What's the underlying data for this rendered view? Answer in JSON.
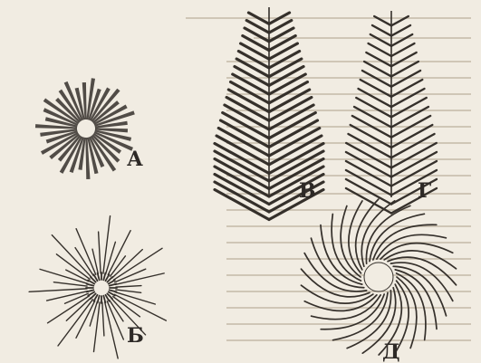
{
  "figures": [
    {
      "id": "a",
      "label": "А",
      "kind": "radial-bands"
    },
    {
      "id": "b",
      "label": "Б",
      "kind": "radial-thin-rays"
    },
    {
      "id": "v",
      "label": "В",
      "kind": "feather-dense"
    },
    {
      "id": "g",
      "label": "Г",
      "kind": "feather-sparse"
    },
    {
      "id": "d",
      "label": "Д",
      "kind": "spiral-whorl"
    }
  ],
  "colors": {
    "ink": "#35302b",
    "paper": "#f1ece2",
    "faint_text": "#cfc6b6"
  }
}
